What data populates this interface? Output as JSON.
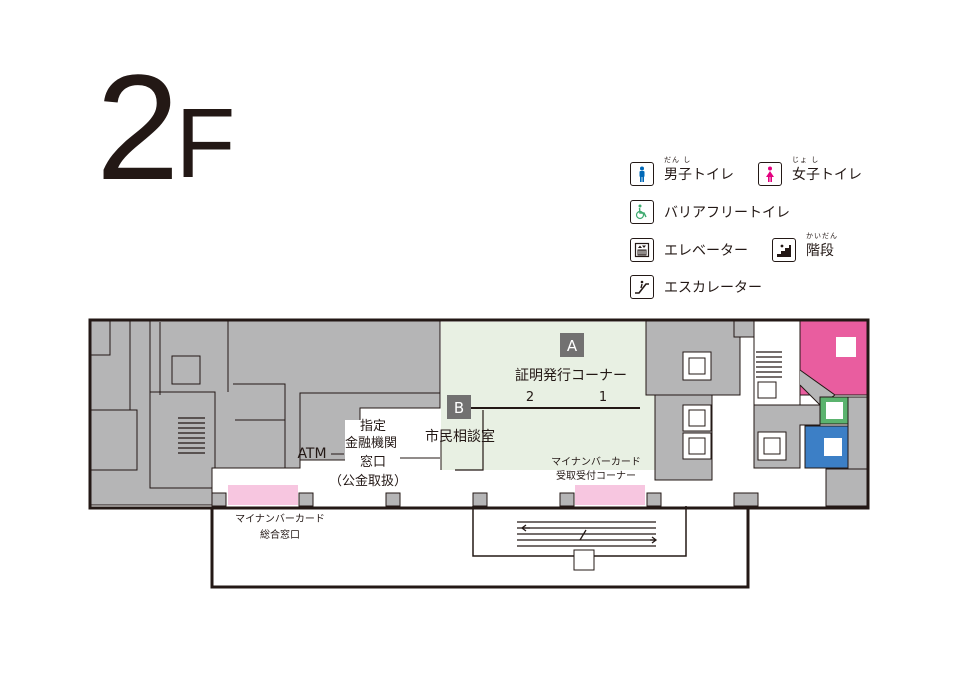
{
  "floor": {
    "number": "2",
    "suffix": "F"
  },
  "legend": {
    "male_toilet": {
      "label": "男子トイレ",
      "ruby": "だん し",
      "icon": "male-toilet-icon",
      "color": "#0068b7"
    },
    "female_toilet": {
      "label": "女子トイレ",
      "ruby": "じょ し",
      "icon": "female-toilet-icon",
      "color": "#e4007f"
    },
    "barrier_free_toilet": {
      "label": "バリアフリートイレ",
      "icon": "wheelchair-icon",
      "color": "#3eaa6f"
    },
    "elevator": {
      "label": "エレベーター",
      "icon": "elevator-icon"
    },
    "stairs": {
      "label": "階段",
      "ruby": "かいだん",
      "icon": "stairs-icon"
    },
    "escalator": {
      "label": "エスカレーター",
      "icon": "escalator-icon"
    }
  },
  "rooms": {
    "certificate_corner": {
      "badge": "A",
      "label": "証明発行コーナー",
      "window_2": "2",
      "window_1": "1"
    },
    "consultation": {
      "badge": "B",
      "label": "市民相談室"
    },
    "atm": {
      "label": "ATM"
    },
    "bank": {
      "line1": "指定",
      "line2": "金融機関",
      "line3": "窓口",
      "line4": "（公金取扱）"
    },
    "mynumber_general": {
      "line1": "マイナンバーカード",
      "line2": "総合窓口"
    },
    "mynumber_pickup": {
      "line1": "マイナンバーカード",
      "line2": "受取受付コーナー"
    }
  },
  "colors": {
    "wall": "#231815",
    "block_gray": "#b5b5b6",
    "cert_area": "#e8f0e3",
    "badge_gray": "#727171",
    "pink_counter": "#f7c6e0",
    "female_pink": "#e95d9f",
    "male_blue": "#3c7fc6",
    "wheelchair_green": "#5bb36e"
  }
}
